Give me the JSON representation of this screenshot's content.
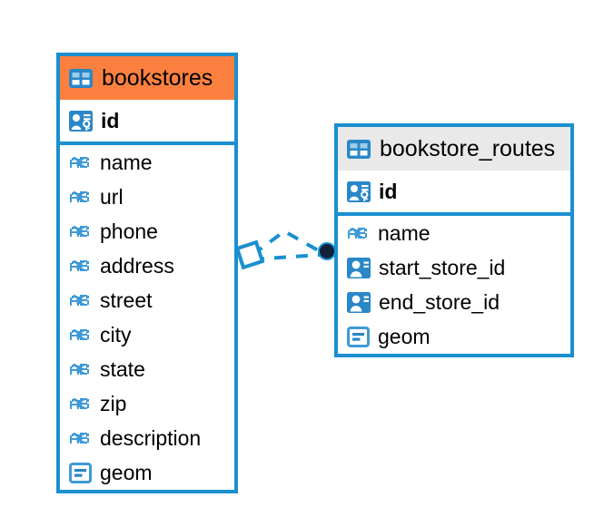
{
  "diagram": {
    "type": "entity-relationship-diagram",
    "background": "#ffffff",
    "accent_color": "#1b8fd0",
    "highlight_color": "#fb8040",
    "header_grey": "#e9e9e9"
  },
  "entities": [
    {
      "name": "bookstores",
      "header_style": "orange",
      "icon": "table-icon",
      "primary_key": {
        "label": "id",
        "icon": "primary-key-icon"
      },
      "fields": [
        {
          "label": "name",
          "icon": "text-abc-icon"
        },
        {
          "label": "url",
          "icon": "text-abc-icon"
        },
        {
          "label": "phone",
          "icon": "text-abc-icon"
        },
        {
          "label": "address",
          "icon": "text-abc-icon"
        },
        {
          "label": "street",
          "icon": "text-abc-icon"
        },
        {
          "label": "city",
          "icon": "text-abc-icon"
        },
        {
          "label": "state",
          "icon": "text-abc-icon"
        },
        {
          "label": "zip",
          "icon": "text-abc-icon"
        },
        {
          "label": "description",
          "icon": "text-abc-icon"
        },
        {
          "label": "geom",
          "icon": "geometry-icon"
        }
      ]
    },
    {
      "name": "bookstore_routes",
      "header_style": "grey",
      "icon": "table-icon",
      "primary_key": {
        "label": "id",
        "icon": "primary-key-icon"
      },
      "fields": [
        {
          "label": "name",
          "icon": "text-abc-icon"
        },
        {
          "label": "start_store_id",
          "icon": "foreign-key-icon"
        },
        {
          "label": "end_store_id",
          "icon": "foreign-key-icon"
        },
        {
          "label": "geom",
          "icon": "geometry-icon"
        }
      ]
    }
  ],
  "relationship": {
    "style": "dashed",
    "color": "#1b8fd0",
    "source_endpoint": "diamond-handle",
    "target_endpoint": "filled-circle-handle",
    "target_endpoint_color": "#10213a"
  }
}
